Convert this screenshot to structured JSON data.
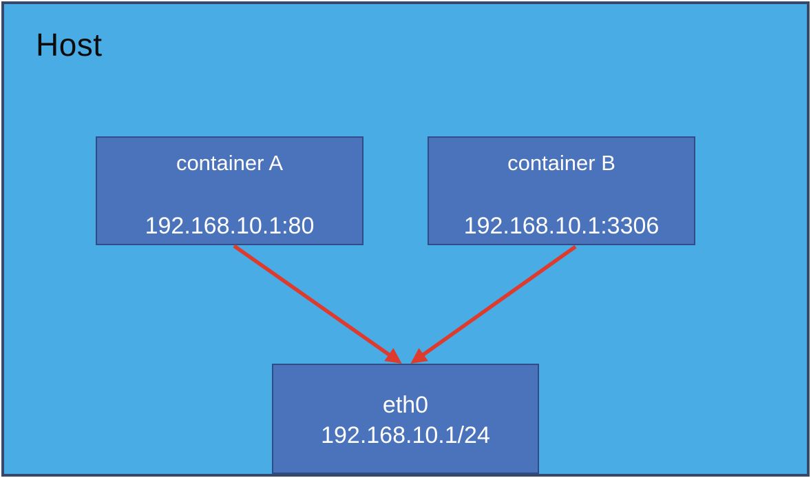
{
  "host": {
    "label": "Host"
  },
  "nodes": {
    "container_a": {
      "title": "container A",
      "address": "192.168.10.1:80"
    },
    "container_b": {
      "title": "container B",
      "address": "192.168.10.1:3306"
    },
    "eth0": {
      "title": "eth0",
      "address": "192.168.10.1/24"
    }
  },
  "edges": [
    {
      "from": "container A",
      "to": "eth0"
    },
    {
      "from": "container B",
      "to": "eth0"
    }
  ],
  "colors": {
    "canvas_bg": "#ffffff",
    "host_fill": "#49ACE5",
    "host_border": "#36496B",
    "node_fill": "#4A73BC",
    "node_border": "#2F4C86",
    "node_text": "#ffffff",
    "title_text": "#0c0c0c",
    "arrow": "#DD3B2D"
  }
}
